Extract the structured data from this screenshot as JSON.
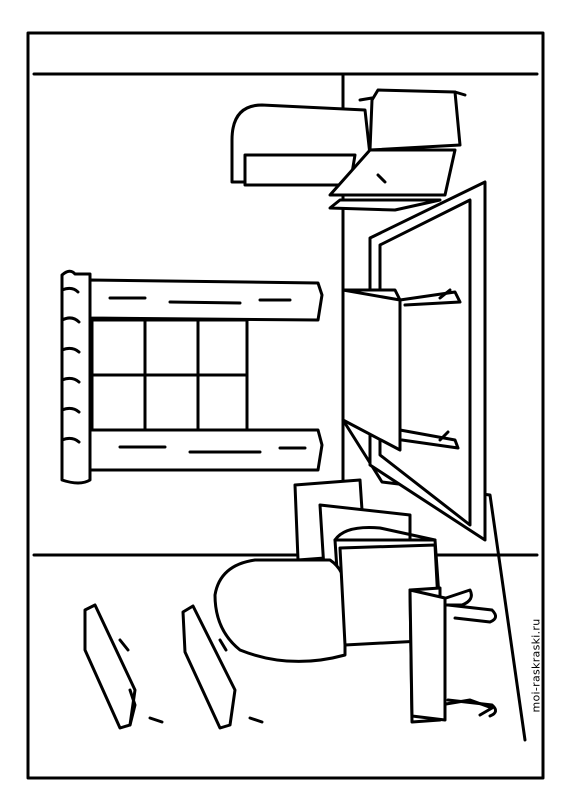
{
  "page": {
    "kind": "coloring-page",
    "subject": "room-interior",
    "watermark": "moi-raskraski.ru"
  },
  "colors": {
    "line": "#000000",
    "paper": "#ffffff"
  }
}
